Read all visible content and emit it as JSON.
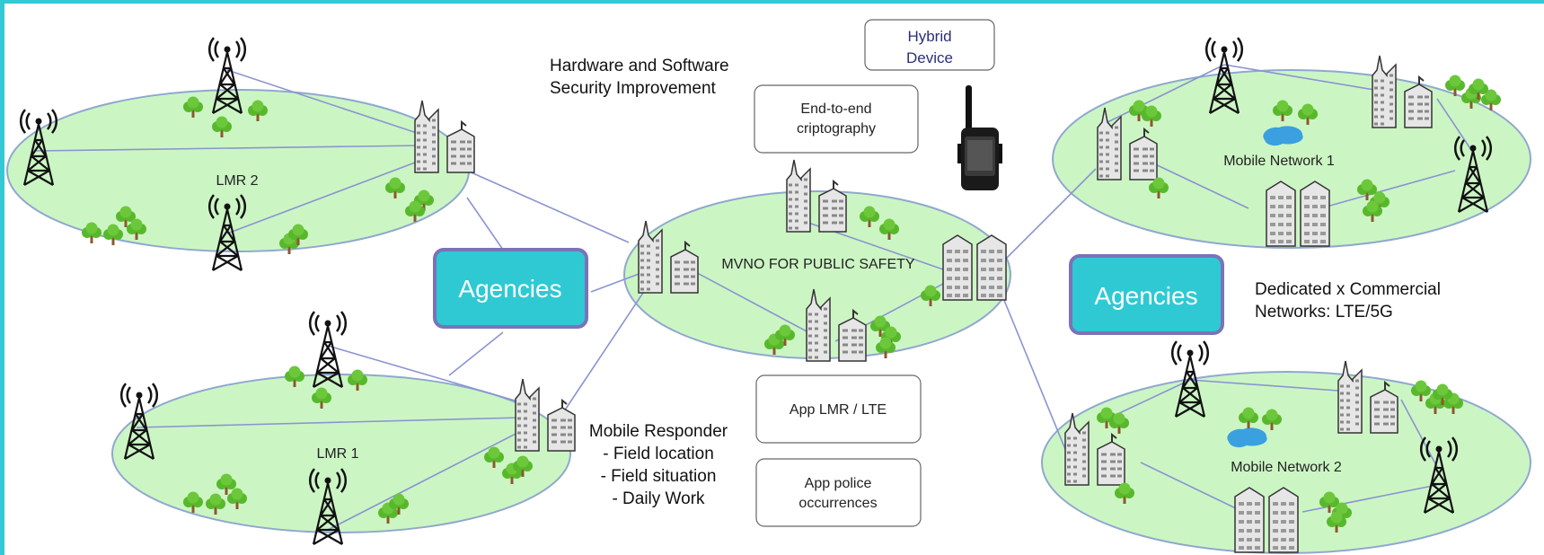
{
  "colors": {
    "frame": "#34c8d4",
    "region_fill": "#ccf5c4",
    "region_stroke": "#8fa8cf",
    "agency_fill": "#2fc9d4",
    "agency_stroke": "#7b73b8",
    "link": "#8a94d0",
    "hybrid_text": "#2a2f7a"
  },
  "regions": {
    "lmr2": "LMR 2",
    "lmr1": "LMR 1",
    "mvno": "MVNO FOR PUBLIC SAFETY",
    "mobile1": "Mobile Network 1",
    "mobile2": "Mobile Network 2"
  },
  "agencies": {
    "left": "Agencies",
    "right": "Agencies"
  },
  "boxes": {
    "hybrid": [
      "Hybrid",
      "Device"
    ],
    "e2e": [
      "End-to-end",
      "criptography"
    ],
    "app_lmr": "App LMR / LTE",
    "app_police": [
      "App police",
      "occurrences"
    ]
  },
  "notes": {
    "security": [
      "Hardware and Software",
      "Security Improvement"
    ],
    "responder": [
      "Mobile Responder",
      "- Field location",
      "- Field situation",
      "- Daily Work"
    ],
    "networks": [
      "Dedicated x Commercial",
      "Networks: LTE/5G"
    ]
  }
}
